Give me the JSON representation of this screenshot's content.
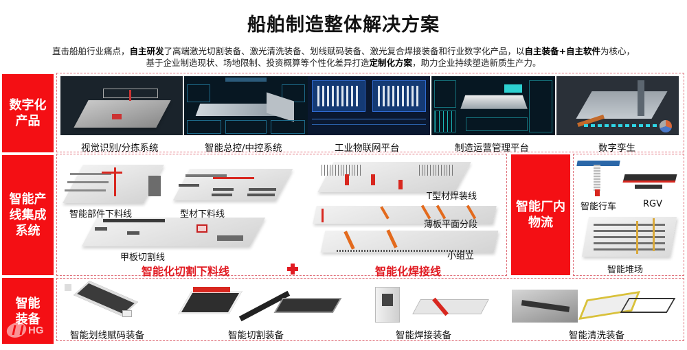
{
  "header": {
    "title": "船舶制造整体解决方案",
    "intro_line1": [
      {
        "t": "直击船舶行业痛点，",
        "b": false
      },
      {
        "t": "自主研发",
        "b": true
      },
      {
        "t": "了高端激光切割装备、激光清洗装备、划线赋码装备、激光复合焊接装备和行业数字化产品，以",
        "b": false
      },
      {
        "t": "自主装备+自主软件",
        "b": true
      },
      {
        "t": "为核心，",
        "b": false
      }
    ],
    "intro_line2": [
      {
        "t": "基于企业制造现状、场地限制、投资概算等个性化差异打造",
        "b": false
      },
      {
        "t": "定制化方案",
        "b": true
      },
      {
        "t": "，助力企业持续塑造新质生产力。",
        "b": false
      }
    ]
  },
  "colors": {
    "accent_red": "#f40f14",
    "dashed_border": "#e0707a",
    "red_caption": "#e11b22"
  },
  "sections": {
    "digital": {
      "label_line1": "数字化",
      "label_line2": "产品",
      "items": [
        {
          "label": "视觉识别/分拣系统"
        },
        {
          "label": "智能总控/中控系统"
        },
        {
          "label": "工业物联网平台"
        },
        {
          "label": "制造运营管理平台"
        },
        {
          "label": "数字孪生"
        }
      ]
    },
    "integration": {
      "label_line1": "智能产",
      "label_line2": "线集成",
      "label_line3": "系统",
      "cutting": {
        "title": "智能化切割下料线",
        "items": [
          "智能部件下料线",
          "型材下料线",
          "甲板切割线"
        ]
      },
      "plus_icon": "plus-icon",
      "welding": {
        "title": "智能化焊接线",
        "items": [
          "T型材焊装线",
          "薄板平面分段",
          "小组立"
        ]
      }
    },
    "logistics": {
      "label_line1": "智能厂内",
      "label_line2": "物流",
      "items": [
        "智能行车",
        "RGV",
        "智能堆场"
      ]
    },
    "equipment": {
      "label_line1": "智能",
      "label_line2": "装备",
      "items": [
        {
          "label": "智能划线赋码装备"
        },
        {
          "label": "智能切割装备"
        },
        {
          "label": "智能焊接装备"
        },
        {
          "label": "智能清洗装备"
        }
      ]
    }
  },
  "logo": {
    "text": "HG"
  }
}
